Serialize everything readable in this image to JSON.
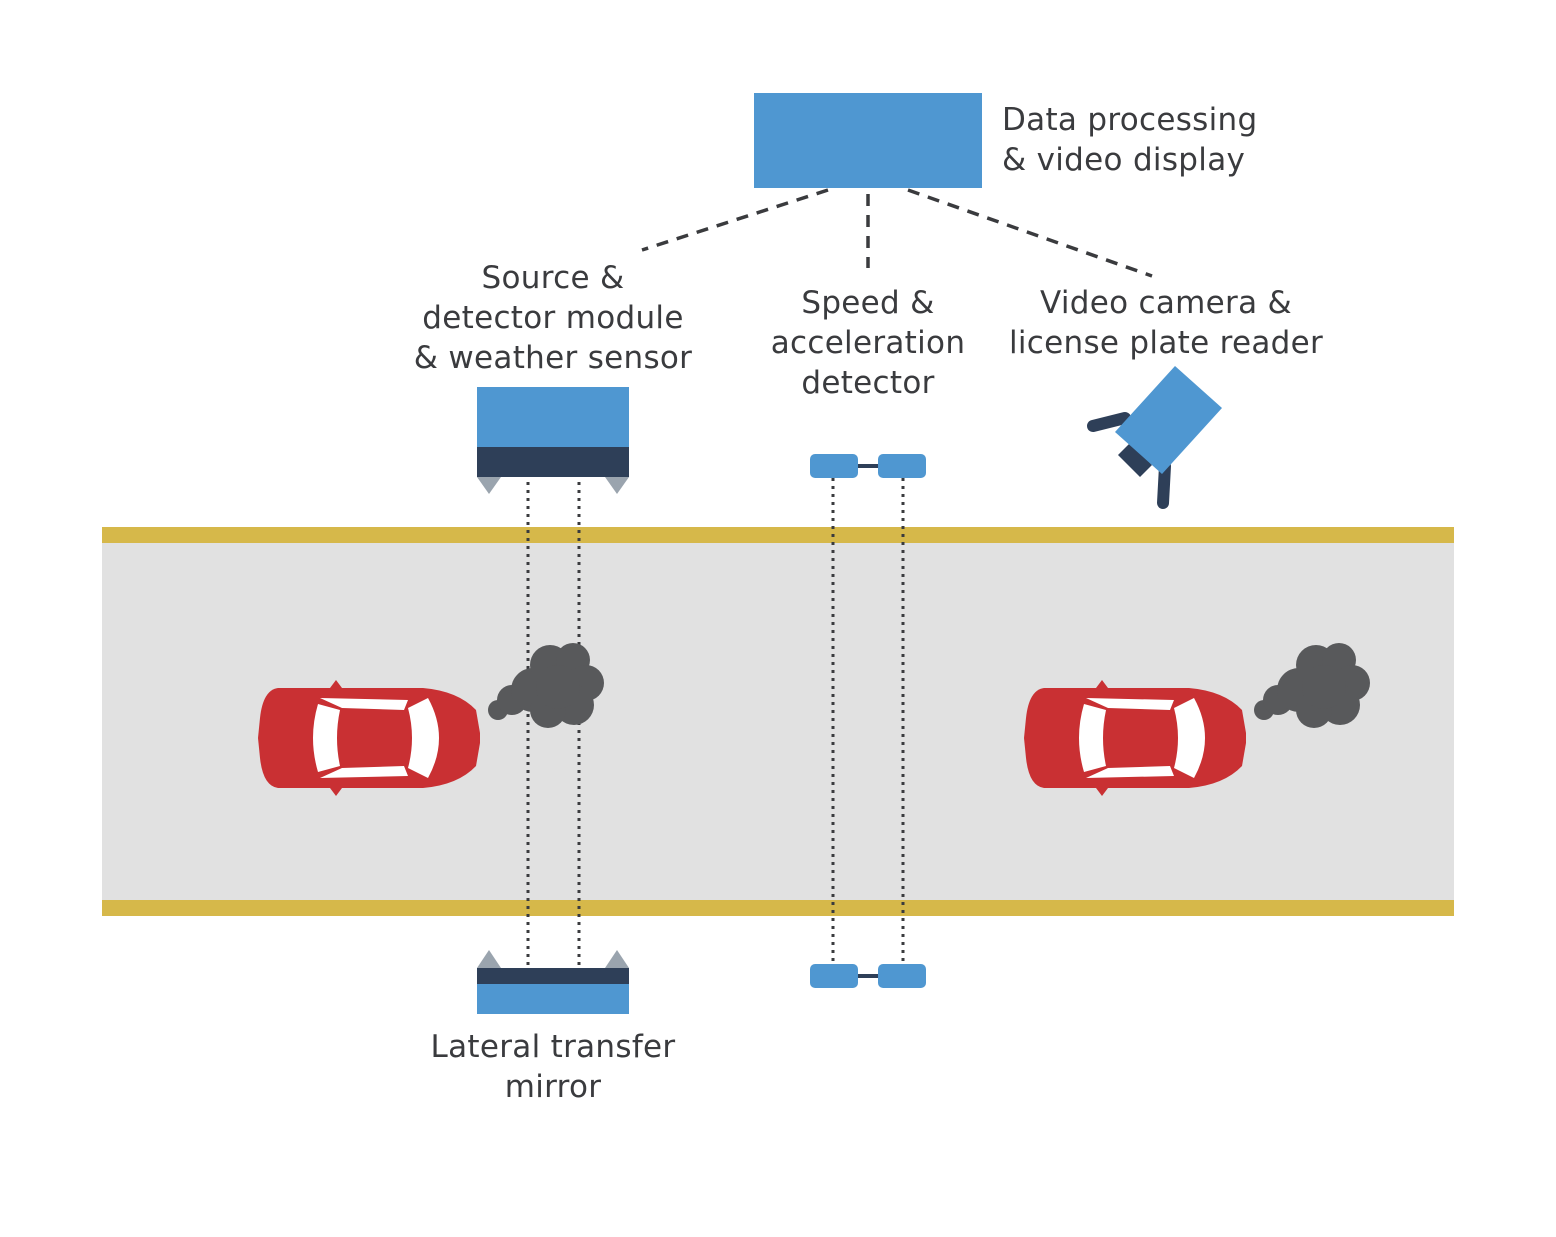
{
  "labels": {
    "data_processing": "Data processing\n& video display",
    "source_detector": "Source &\ndetector module\n& weather sensor",
    "speed_detector": "Speed &\nacceleration\ndetector",
    "video_camera": "Video camera &\nlicense plate reader",
    "lateral_mirror": "Lateral transfer\nmirror"
  },
  "colors": {
    "blue": "#4f97d1",
    "navy": "#2e3f58",
    "gray_triangle": "#9aa4ae",
    "road": "#e1e1e1",
    "road_edge": "#d6b84a",
    "car": "#c93033",
    "car_glass": "#ffffff",
    "smoke": "#58595b",
    "text": "#3a3b3e",
    "line": "#3a3b3e"
  },
  "icons": [
    "car-icon",
    "exhaust-smoke-icon",
    "camera-icon",
    "sensor-icon"
  ]
}
